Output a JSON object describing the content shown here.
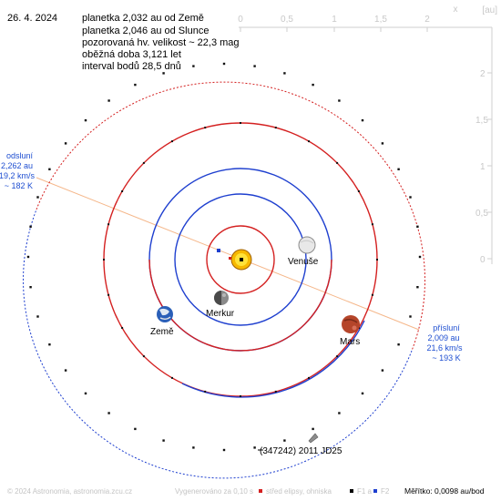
{
  "date": "26. 4. 2024",
  "info": {
    "line1": "planetka 2,032 au od Země",
    "line2": "planetka 2,046 au od Slunce",
    "line3": "pozorovaná hv. velikost ~ 22,3 mag",
    "line4": "oběžná doba 3,121 let",
    "line5": "interval bodů 28,5 dnů"
  },
  "axes": {
    "x_ticks": [
      "0",
      "0,5",
      "1",
      "1,5",
      "2"
    ],
    "y_ticks": [
      "2",
      "1,5",
      "1",
      "0,5",
      "0"
    ],
    "x_label": "x",
    "unit": "[au]"
  },
  "aphelion": {
    "title": "odsluní",
    "distance": "2,262 au",
    "speed": "19,2 km/s",
    "temperature": "~ 182 K"
  },
  "perihelion": {
    "title": "přísluní",
    "distance": "2,009 au",
    "speed": "21,6 km/s",
    "temperature": "~ 193 K"
  },
  "bodies": {
    "mercury": "Merkur",
    "venus": "Venuše",
    "earth": "Země",
    "mars": "Mars",
    "asteroid": "(347242) 2011 JD25"
  },
  "footer": {
    "copyright": "© 2024 Astronomia, astronomia.zcu.cz",
    "generated": "Vygenerováno za 0,10 s",
    "center_legend": "střed elipsy, ohniska",
    "f1": "F1 a",
    "f2": "F2",
    "scale": "Měřítko: 0,0098 au/bod"
  },
  "colors": {
    "inner_orbit": "#d42020",
    "outer_orbit": "#1e3fcf",
    "apsides_line": "#f5b78a",
    "axis_text": "#c8c8c8",
    "label_blue": "#1f4fd1"
  }
}
